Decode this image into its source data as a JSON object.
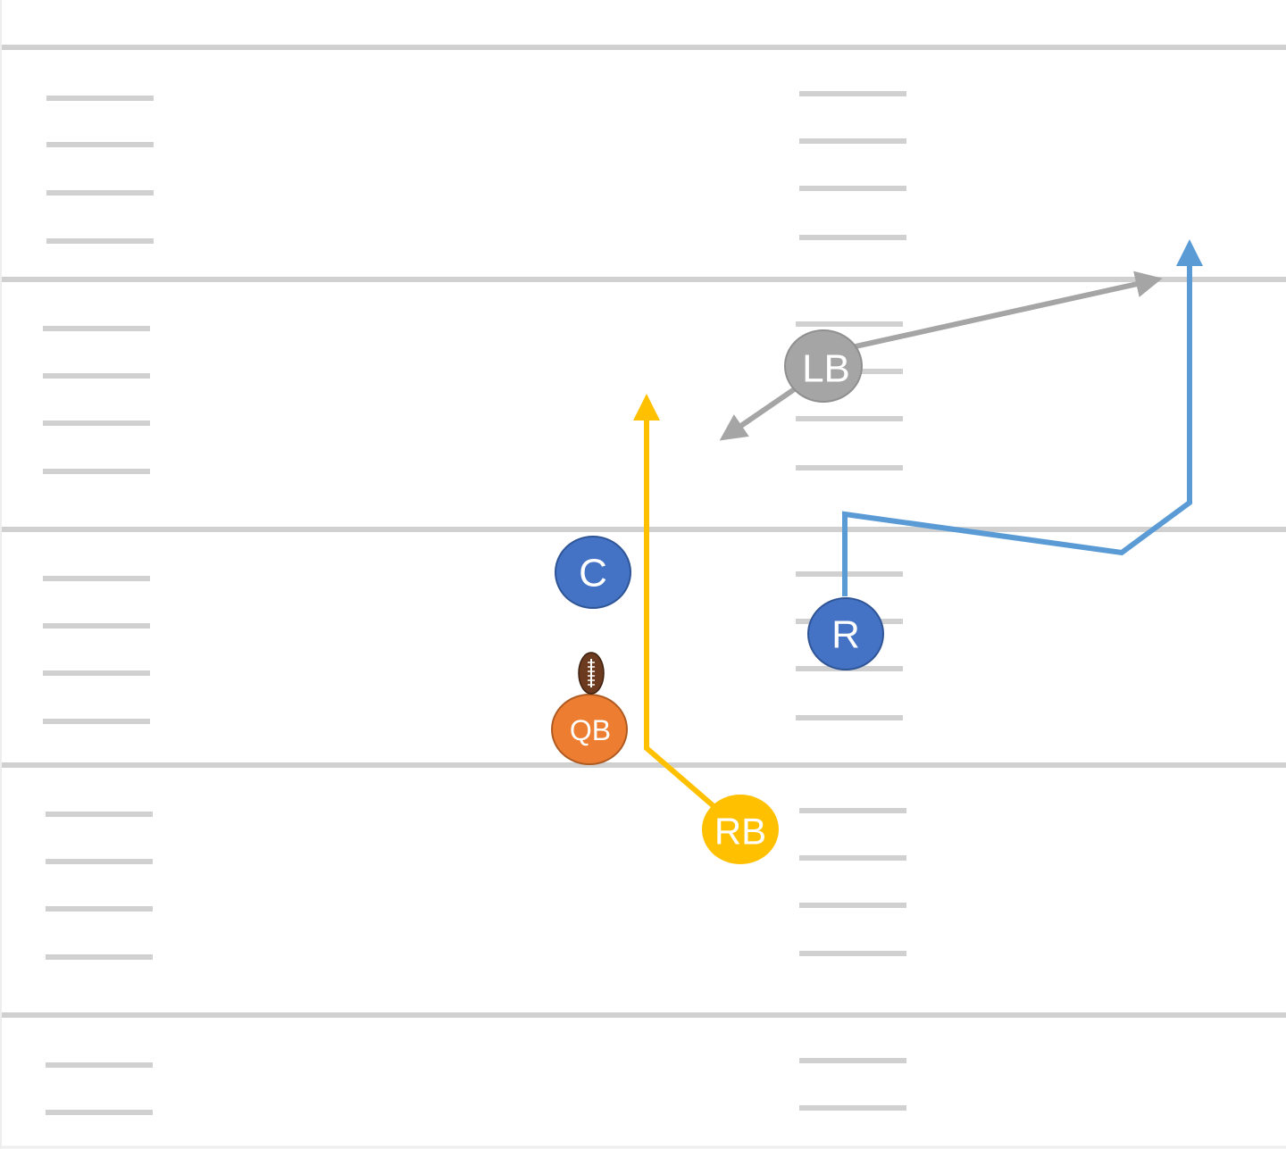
{
  "colors": {
    "background": "#ffffff",
    "field_line": "#d0d0d0",
    "offense_blue": "#4472c4",
    "quarterback_orange": "#ed7d31",
    "running_back_yellow": "#ffc000",
    "linebacker_gray": "#a5a5a5",
    "receiver_route_blue": "#5b9bd5",
    "ball_brown": "#6b3a1f"
  },
  "players": {
    "center": {
      "label": "C",
      "side": "offense"
    },
    "receiver": {
      "label": "R",
      "side": "offense"
    },
    "quarterback": {
      "label": "QB",
      "side": "offense",
      "has_ball": true
    },
    "running_back": {
      "label": "RB",
      "side": "offense"
    },
    "linebacker": {
      "label": "LB",
      "side": "defense"
    }
  },
  "icons": {
    "ball": "football-icon"
  }
}
